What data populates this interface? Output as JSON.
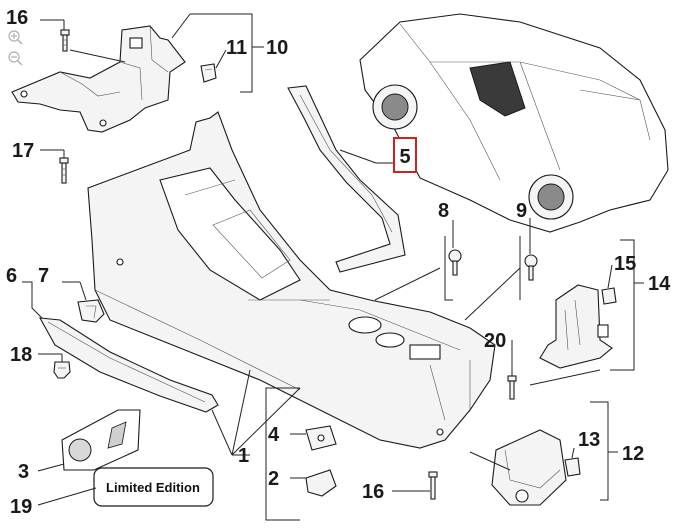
{
  "callouts": {
    "c1": "1",
    "c2": "2",
    "c3": "3",
    "c4": "4",
    "c5": "5",
    "c6": "6",
    "c7": "7",
    "c8": "8",
    "c9": "9",
    "c10": "10",
    "c11": "11",
    "c12": "12",
    "c13": "13",
    "c14": "14",
    "c15": "15",
    "c16a": "16",
    "c16b": "16",
    "c17": "17",
    "c18": "18",
    "c19": "19",
    "c20": "20"
  },
  "highlight_callout": "5",
  "highlight_color": "#cc2222",
  "badge": {
    "label": "Limited Edition"
  },
  "zoom": {
    "in_icon": "zoom-in-icon",
    "out_icon": "zoom-out-icon"
  }
}
